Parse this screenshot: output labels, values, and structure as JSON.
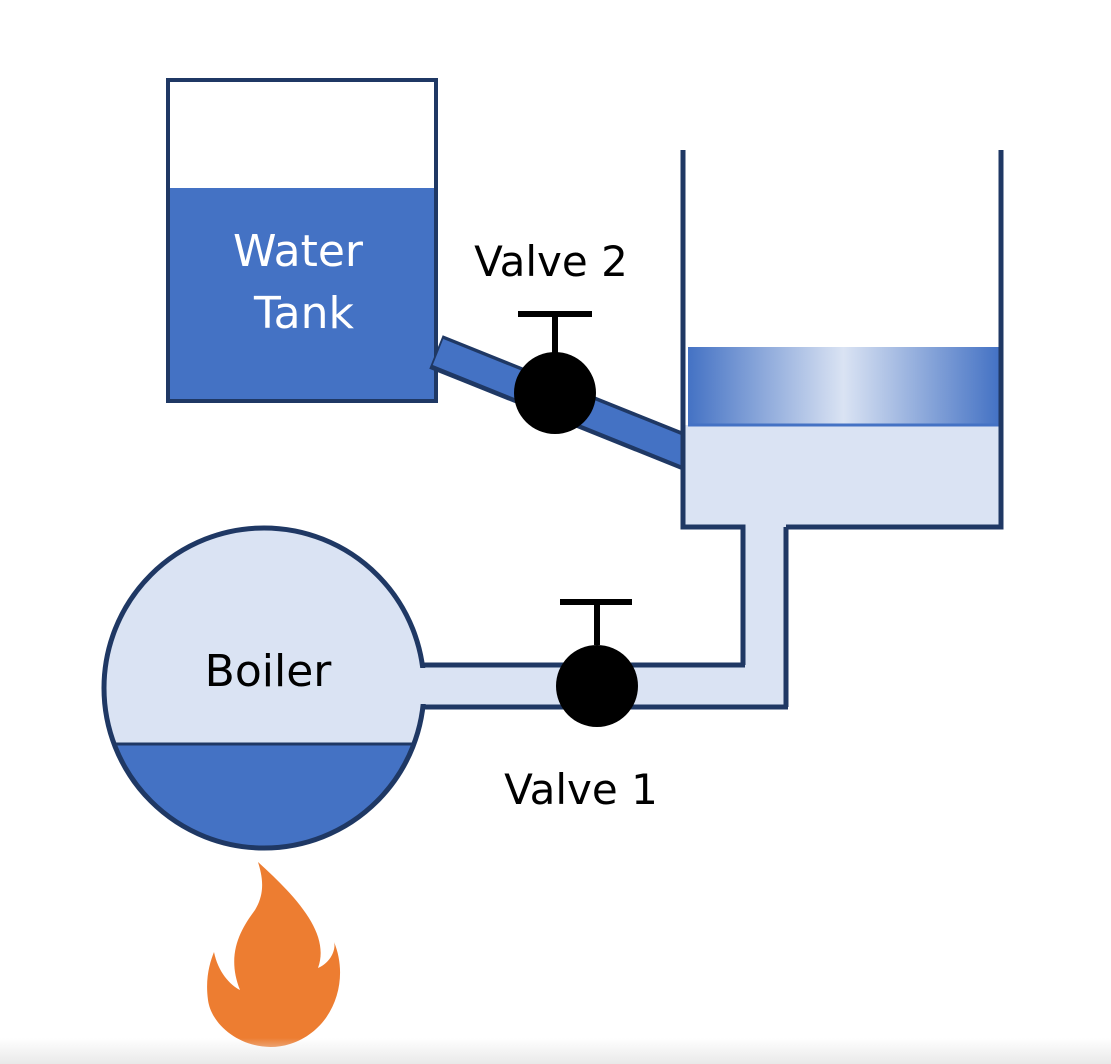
{
  "labels": {
    "water_tank_line1": "Water",
    "water_tank_line2": "Tank",
    "boiler": "Boiler",
    "valve_1": "Valve 1",
    "valve_2": "Valve 2"
  },
  "colors": {
    "outline": "#1f3864",
    "water": "#4472c4",
    "light_fill": "#dae3f3",
    "valve": "#000000",
    "flame": "#ed7d31",
    "background": "#ffffff"
  },
  "icons": {
    "heat_source": "flame-icon"
  }
}
